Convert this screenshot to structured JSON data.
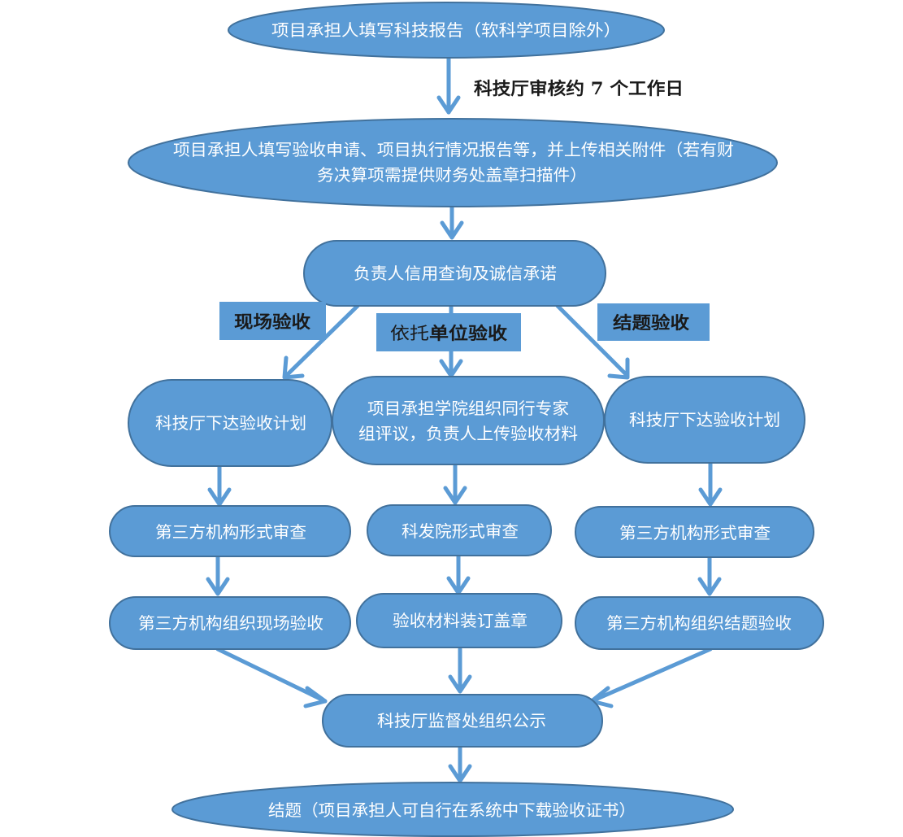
{
  "colors": {
    "node_fill": "#5b9bd5",
    "node_stroke": "#41719c",
    "arrow": "#5b9bd5",
    "label_bg": "#5b9bd5",
    "text_on_node": "#ffffff",
    "text_dark": "#1a1a1a"
  },
  "nodes": {
    "fill_report": "项目承担人填写科技报告（软科学项目除外）",
    "fill_application_line1": "项目承担人填写验收申请、项目执行情况报告等，并上传相关附件（若有财",
    "fill_application_line2": "务决算项需提供财务处盖章扫描件）",
    "credit_check": "负责人信用查询及诚信承诺",
    "left_plan": "科技厅下达验收计划",
    "middle_review_line1": "项目承担学院组织同行专家",
    "middle_review_line2": "组评议，负责人上传验收材料",
    "right_plan": "科技厅下达验收计划",
    "left_formal_review": "第三方机构形式审查",
    "middle_formal_review": "科发院形式审查",
    "right_formal_review": "第三方机构形式审查",
    "left_acceptance": "第三方机构组织现场验收",
    "middle_binding": "验收材料装订盖章",
    "right_acceptance": "第三方机构组织结题验收",
    "publicity": "科技厅监督处组织公示",
    "conclusion": "结题（项目承担人可自行在系统中下载验收证书）"
  },
  "labels": {
    "review_days": "科技厅审核约 7 个工作日",
    "onsite": "现场验收",
    "unit_prefix": "依托",
    "unit_suffix": "单位验收",
    "conclusion_acceptance": "结题验收"
  }
}
